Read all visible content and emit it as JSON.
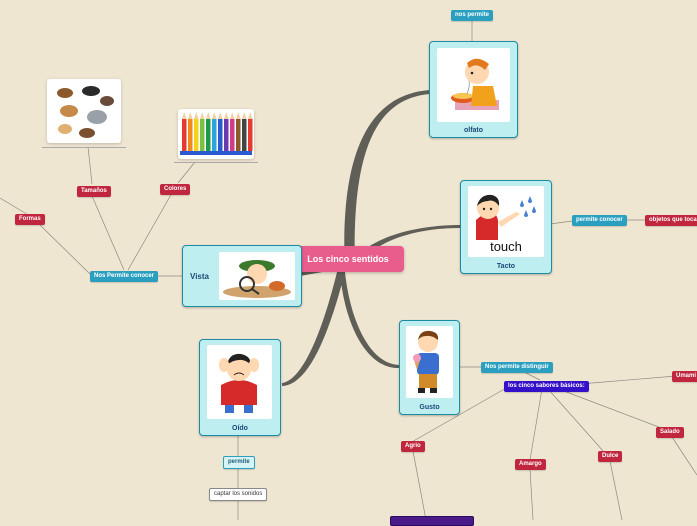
{
  "central_topic": "Los cinco sentidos",
  "branches": {
    "olfato": {
      "label": "olfato",
      "link": "nos permite"
    },
    "tacto": {
      "label": "Tacto",
      "link": "permite conocer",
      "target": "objetos que tocan"
    },
    "gusto": {
      "label": "Gusto",
      "link": "Nos permite distinguir",
      "hub": "los cinco sabores básicos:",
      "flavors": [
        "Agrio",
        "Amargo",
        "Dulce",
        "Salado",
        "Umami"
      ]
    },
    "oido": {
      "label": "Oído",
      "link": "permite",
      "target": "captar los sonidos"
    },
    "vista": {
      "label": "Vista",
      "link": "Nos Permite conocer",
      "items": [
        "Formas",
        "Tamaños",
        "Colores"
      ]
    }
  },
  "image_words": {
    "touch": "touch"
  },
  "colors": {
    "background": "#efe6d2",
    "central": "#e85d8c",
    "node_fill": "#bfeef0",
    "node_border": "#1c8ca3",
    "blue_label": "#2a9fc0",
    "red_label": "#c0263e",
    "violet_label": "#3510c9",
    "branch_line": "#5f5f58"
  },
  "icons": [
    "dogs-illustration",
    "colored-pencils-illustration",
    "boy-smelling-food-illustration",
    "boy-touching-water-illustration",
    "boy-eating-icecream-illustration",
    "boy-covering-ears-illustration",
    "boy-magnifying-glass-illustration"
  ]
}
